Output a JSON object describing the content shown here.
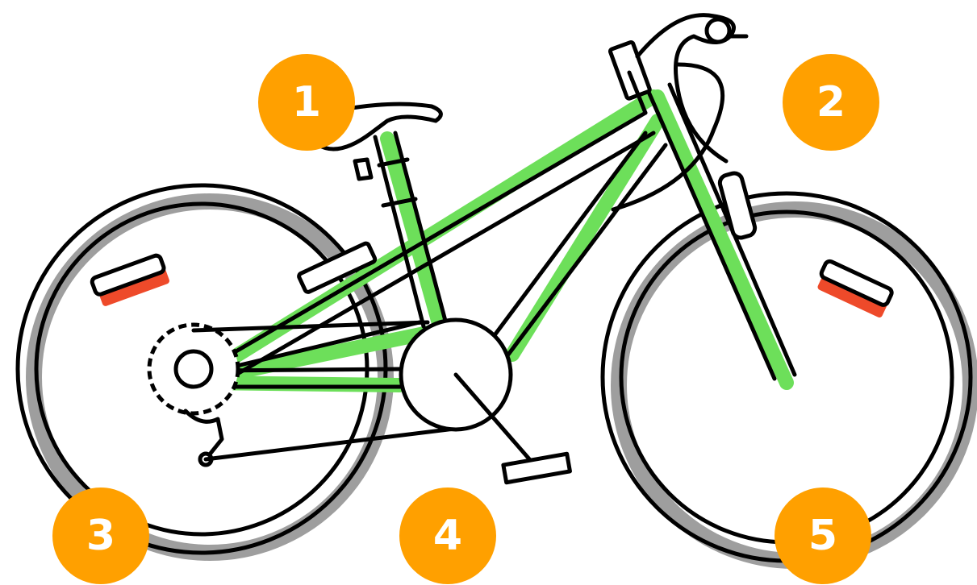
{
  "colors": {
    "frame_highlight": "#6ddf5a",
    "badge": "#ffa000",
    "reflector": "#ee4a2a",
    "tire_shadow": "#9e9e9e",
    "outline": "#000000"
  },
  "badges": [
    {
      "number": "1"
    },
    {
      "number": "2"
    },
    {
      "number": "3"
    },
    {
      "number": "4"
    },
    {
      "number": "5"
    }
  ]
}
